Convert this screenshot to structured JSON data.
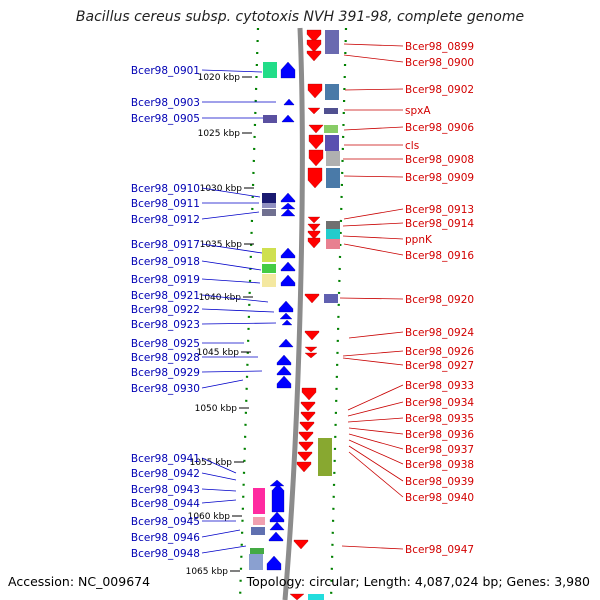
{
  "title": "Bacillus cereus subsp. cytotoxis NVH 391-98, complete genome",
  "footer": {
    "accession": "Accession: NC_009674",
    "topology": "Topology: circular; Length: 4,087,024 bp; Genes: 3,980"
  },
  "colors": {
    "forward_label": "#0000b4",
    "reverse_label": "#d20000",
    "forward_feature": "#0000ff",
    "reverse_feature": "#ff0000",
    "dotted_track": "#008000",
    "backbone": "#8c8c8c"
  },
  "scale_ticks": [
    {
      "label": "1020 kbp"
    },
    {
      "label": "1025 kbp"
    },
    {
      "label": "1030 kbp"
    },
    {
      "label": "1035 kbp"
    },
    {
      "label": "1040 kbp"
    },
    {
      "label": "1045 kbp"
    },
    {
      "label": "1050 kbp"
    },
    {
      "label": "1055 kbp"
    },
    {
      "label": "1060 kbp"
    },
    {
      "label": "1065 kbp"
    }
  ],
  "forward_labels": [
    "Bcer98_0901",
    "Bcer98_0903",
    "Bcer98_0905",
    "Bcer98_0910",
    "Bcer98_0911",
    "Bcer98_0912",
    "Bcer98_0917",
    "Bcer98_0918",
    "Bcer98_0919",
    "Bcer98_0921",
    "Bcer98_0922",
    "Bcer98_0923",
    "Bcer98_0925",
    "Bcer98_0928",
    "Bcer98_0929",
    "Bcer98_0930",
    "Bcer98_0941",
    "Bcer98_0942",
    "Bcer98_0943",
    "Bcer98_0944",
    "Bcer98_0945",
    "Bcer98_0946",
    "Bcer98_0948"
  ],
  "reverse_labels": [
    "Bcer98_0899",
    "Bcer98_0900",
    "Bcer98_0902",
    "spxA",
    "Bcer98_0906",
    "cls",
    "Bcer98_0908",
    "Bcer98_0909",
    "Bcer98_0913",
    "Bcer98_0914",
    "ppnK",
    "Bcer98_0916",
    "Bcer98_0920",
    "Bcer98_0924",
    "Bcer98_0926",
    "Bcer98_0927",
    "Bcer98_0933",
    "Bcer98_0934",
    "Bcer98_0935",
    "Bcer98_0936",
    "Bcer98_0937",
    "Bcer98_0938",
    "Bcer98_0939",
    "Bcer98_0940",
    "Bcer98_0947"
  ]
}
